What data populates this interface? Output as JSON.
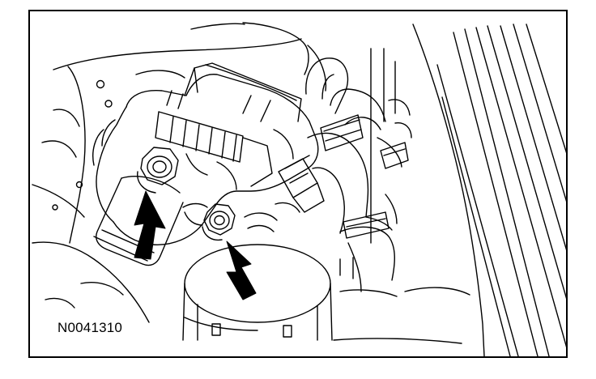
{
  "figure": {
    "id_label": "N0041310",
    "palette": {
      "line": "#000000",
      "paper": "#ffffff"
    }
  },
  "callouts": {
    "count": 2,
    "icon": "arrow-icon",
    "targets": [
      "bolt",
      "bolt"
    ]
  }
}
